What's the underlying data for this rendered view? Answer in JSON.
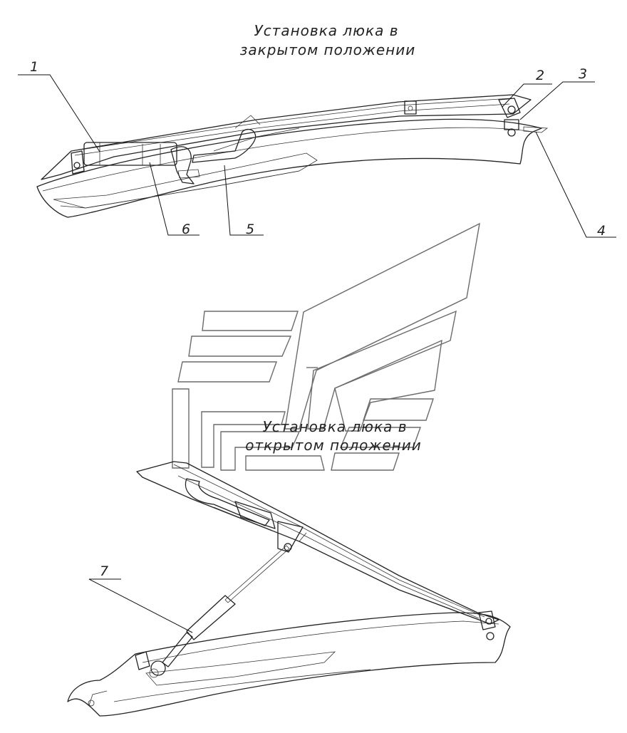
{
  "captions": {
    "closed_line1": "Установка люка в",
    "closed_line2": "закрытом положении",
    "open_line1": "Установка люка в",
    "open_line2": "открытом положении"
  },
  "callouts": [
    "1",
    "2",
    "3",
    "4",
    "5",
    "6",
    "7"
  ],
  "colors": {
    "line": "#222222",
    "watermark": "#6b6b6b",
    "background": "#ffffff"
  }
}
